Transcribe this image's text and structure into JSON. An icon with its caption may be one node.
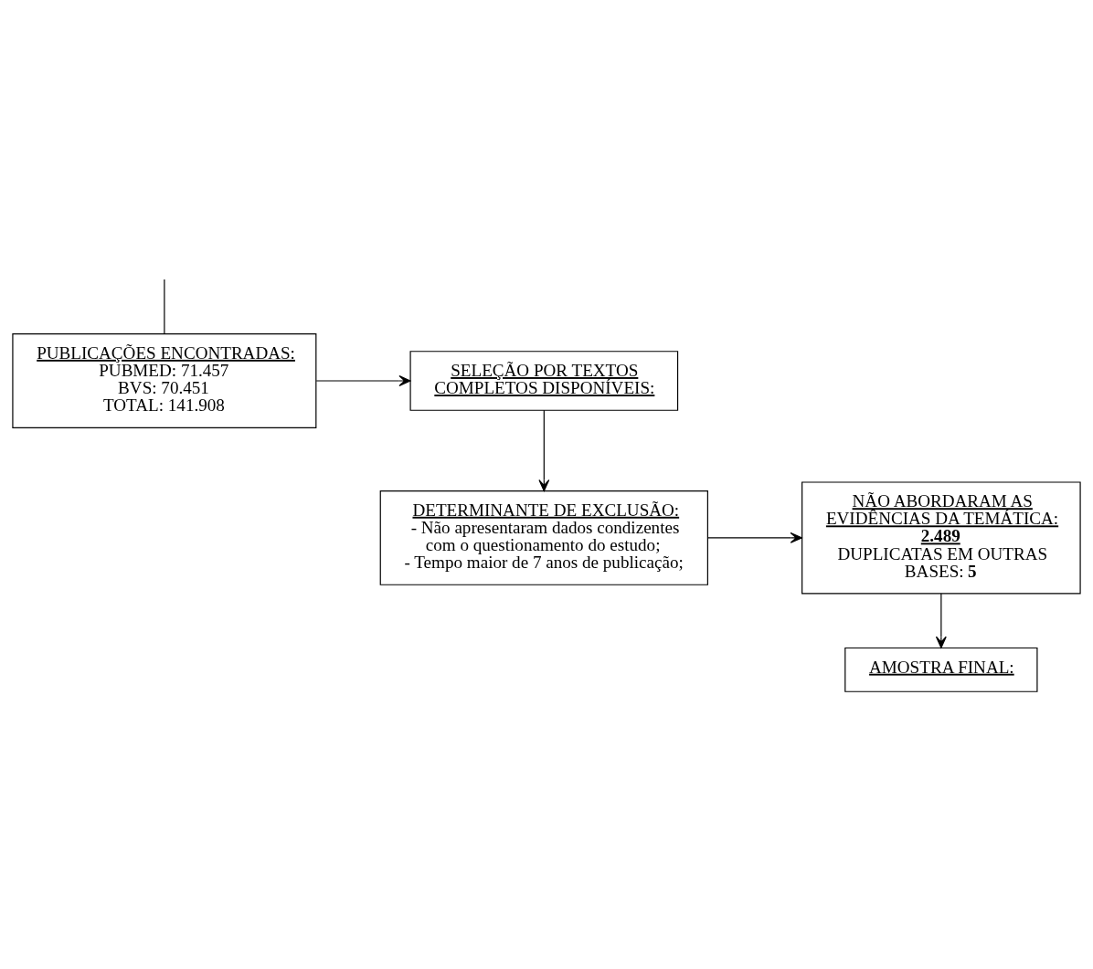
{
  "diagram": {
    "nodes": [
      {
        "text": [
          "PUBLICAÇÕES ENCONTRADAS:",
          "PUBMED: 71.457",
          "BVS: 70.451",
          "TOTAL: 141.908"
        ]
      },
      {
        "text": [
          "SELEÇÃO POR TEXTOS COMPLETOS DISPONÍVEIS:"
        ]
      },
      {
        "text": [
          "DETERMINANTE DE EXCLUSÃO:",
          "- Não apresentaram dados condizentes com o questionamento do estudo;",
          "- Tempo maior de 7 anos de publicação;"
        ]
      },
      {
        "text": [
          "NÃO ABORDARAM AS EVIDÊNCIAS DA TEMÁTICA: **2.489**",
          "DUPLICATAS EM OUTRAS BASES: **5**"
        ]
      },
      {
        "text": [
          "AMOSTRA FINAL:"
        ]
      }
    ],
    "edges": [
      {
        "from": null,
        "to": 0,
        "arrow": "none"
      },
      {
        "from": 0,
        "to": 1,
        "arrow": "to"
      },
      {
        "from": 1,
        "to": 2,
        "arrow": "to"
      },
      {
        "from": 2,
        "to": 3,
        "arrow": "to"
      },
      {
        "from": 3,
        "to": 4,
        "arrow": "to"
      }
    ]
  }
}
